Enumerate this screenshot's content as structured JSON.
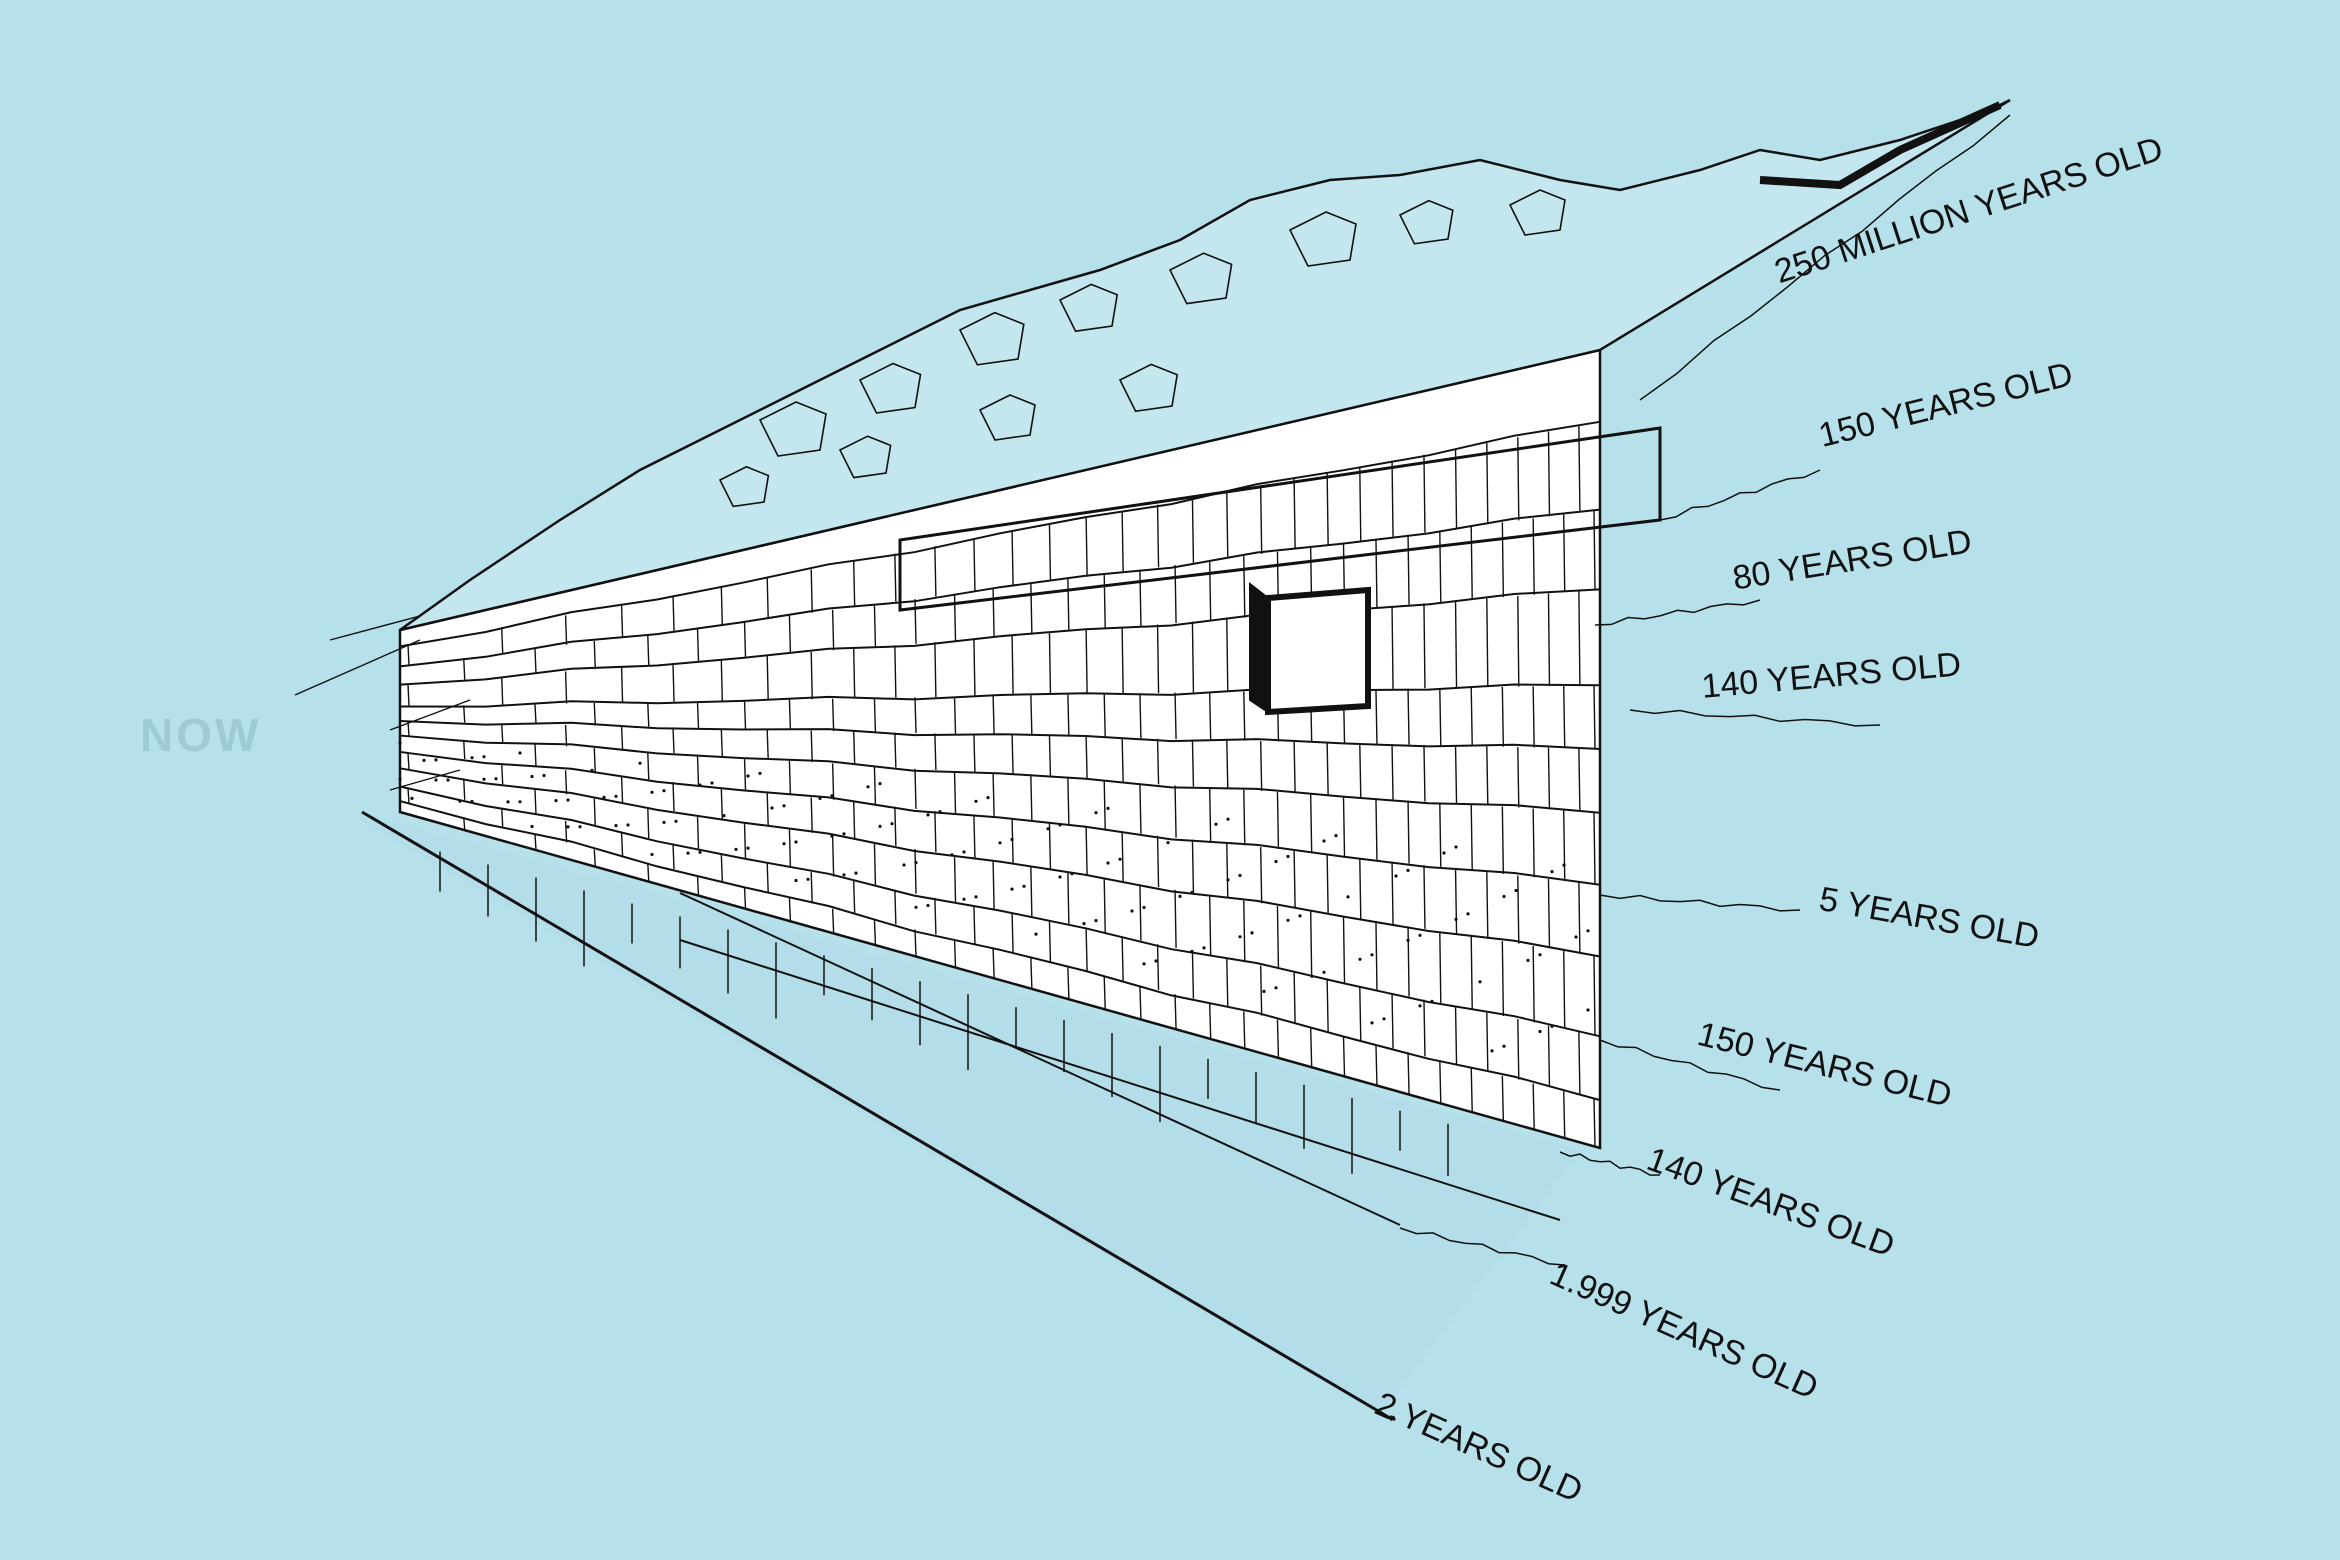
{
  "now_label": "NOW",
  "colors": {
    "background": "#b6e0ea",
    "wall_fill": "#ffffff",
    "ink": "#111111",
    "now_text": "#9ecad6"
  },
  "age_labels": [
    "250 MILLION YEARS OLD",
    "150 YEARS OLD",
    "80 YEARS OLD",
    "140 YEARS OLD",
    "5 YEARS OLD",
    "150 YEARS OLD",
    "140 YEARS OLD",
    "1.999 YEARS OLD",
    "2 YEARS OLD"
  ]
}
